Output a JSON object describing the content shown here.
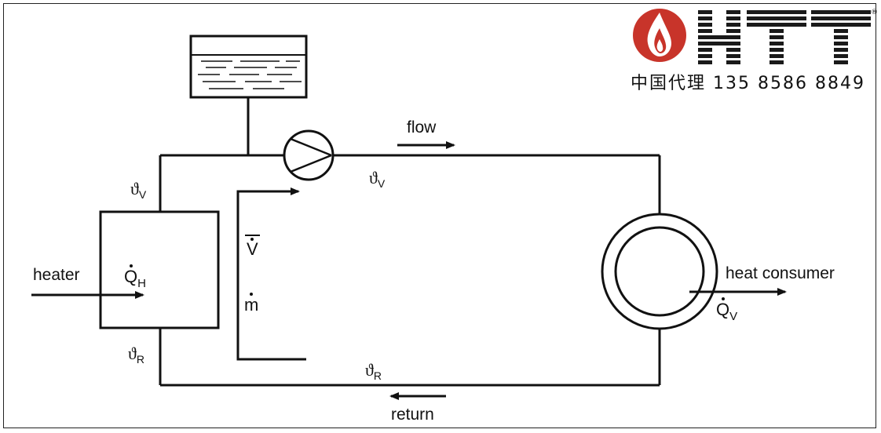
{
  "labels": {
    "flow": "flow",
    "return": "return",
    "heater": "heater",
    "heat_consumer": "heat consumer"
  },
  "symbols": {
    "theta_flow_left": {
      "base": "ϑ",
      "sub": "V"
    },
    "theta_flow_top": {
      "base": "ϑ",
      "sub": "V"
    },
    "theta_return_left": {
      "base": "ϑ",
      "sub": "R"
    },
    "theta_return_bottom": {
      "base": "ϑ",
      "sub": "R"
    },
    "q_heater": {
      "base": "Q",
      "sub": "H"
    },
    "q_consumer": {
      "base": "Q",
      "sub": "V"
    },
    "volume_flow": {
      "base": "V"
    },
    "mass_flow": {
      "base": "m"
    }
  },
  "logo": {
    "brand": "HTT",
    "registered": "®",
    "agent_line": "中国代理 135 8586 8849",
    "colors": {
      "flame_bg": "#c8342a",
      "bars": "#1a1a1a"
    }
  }
}
